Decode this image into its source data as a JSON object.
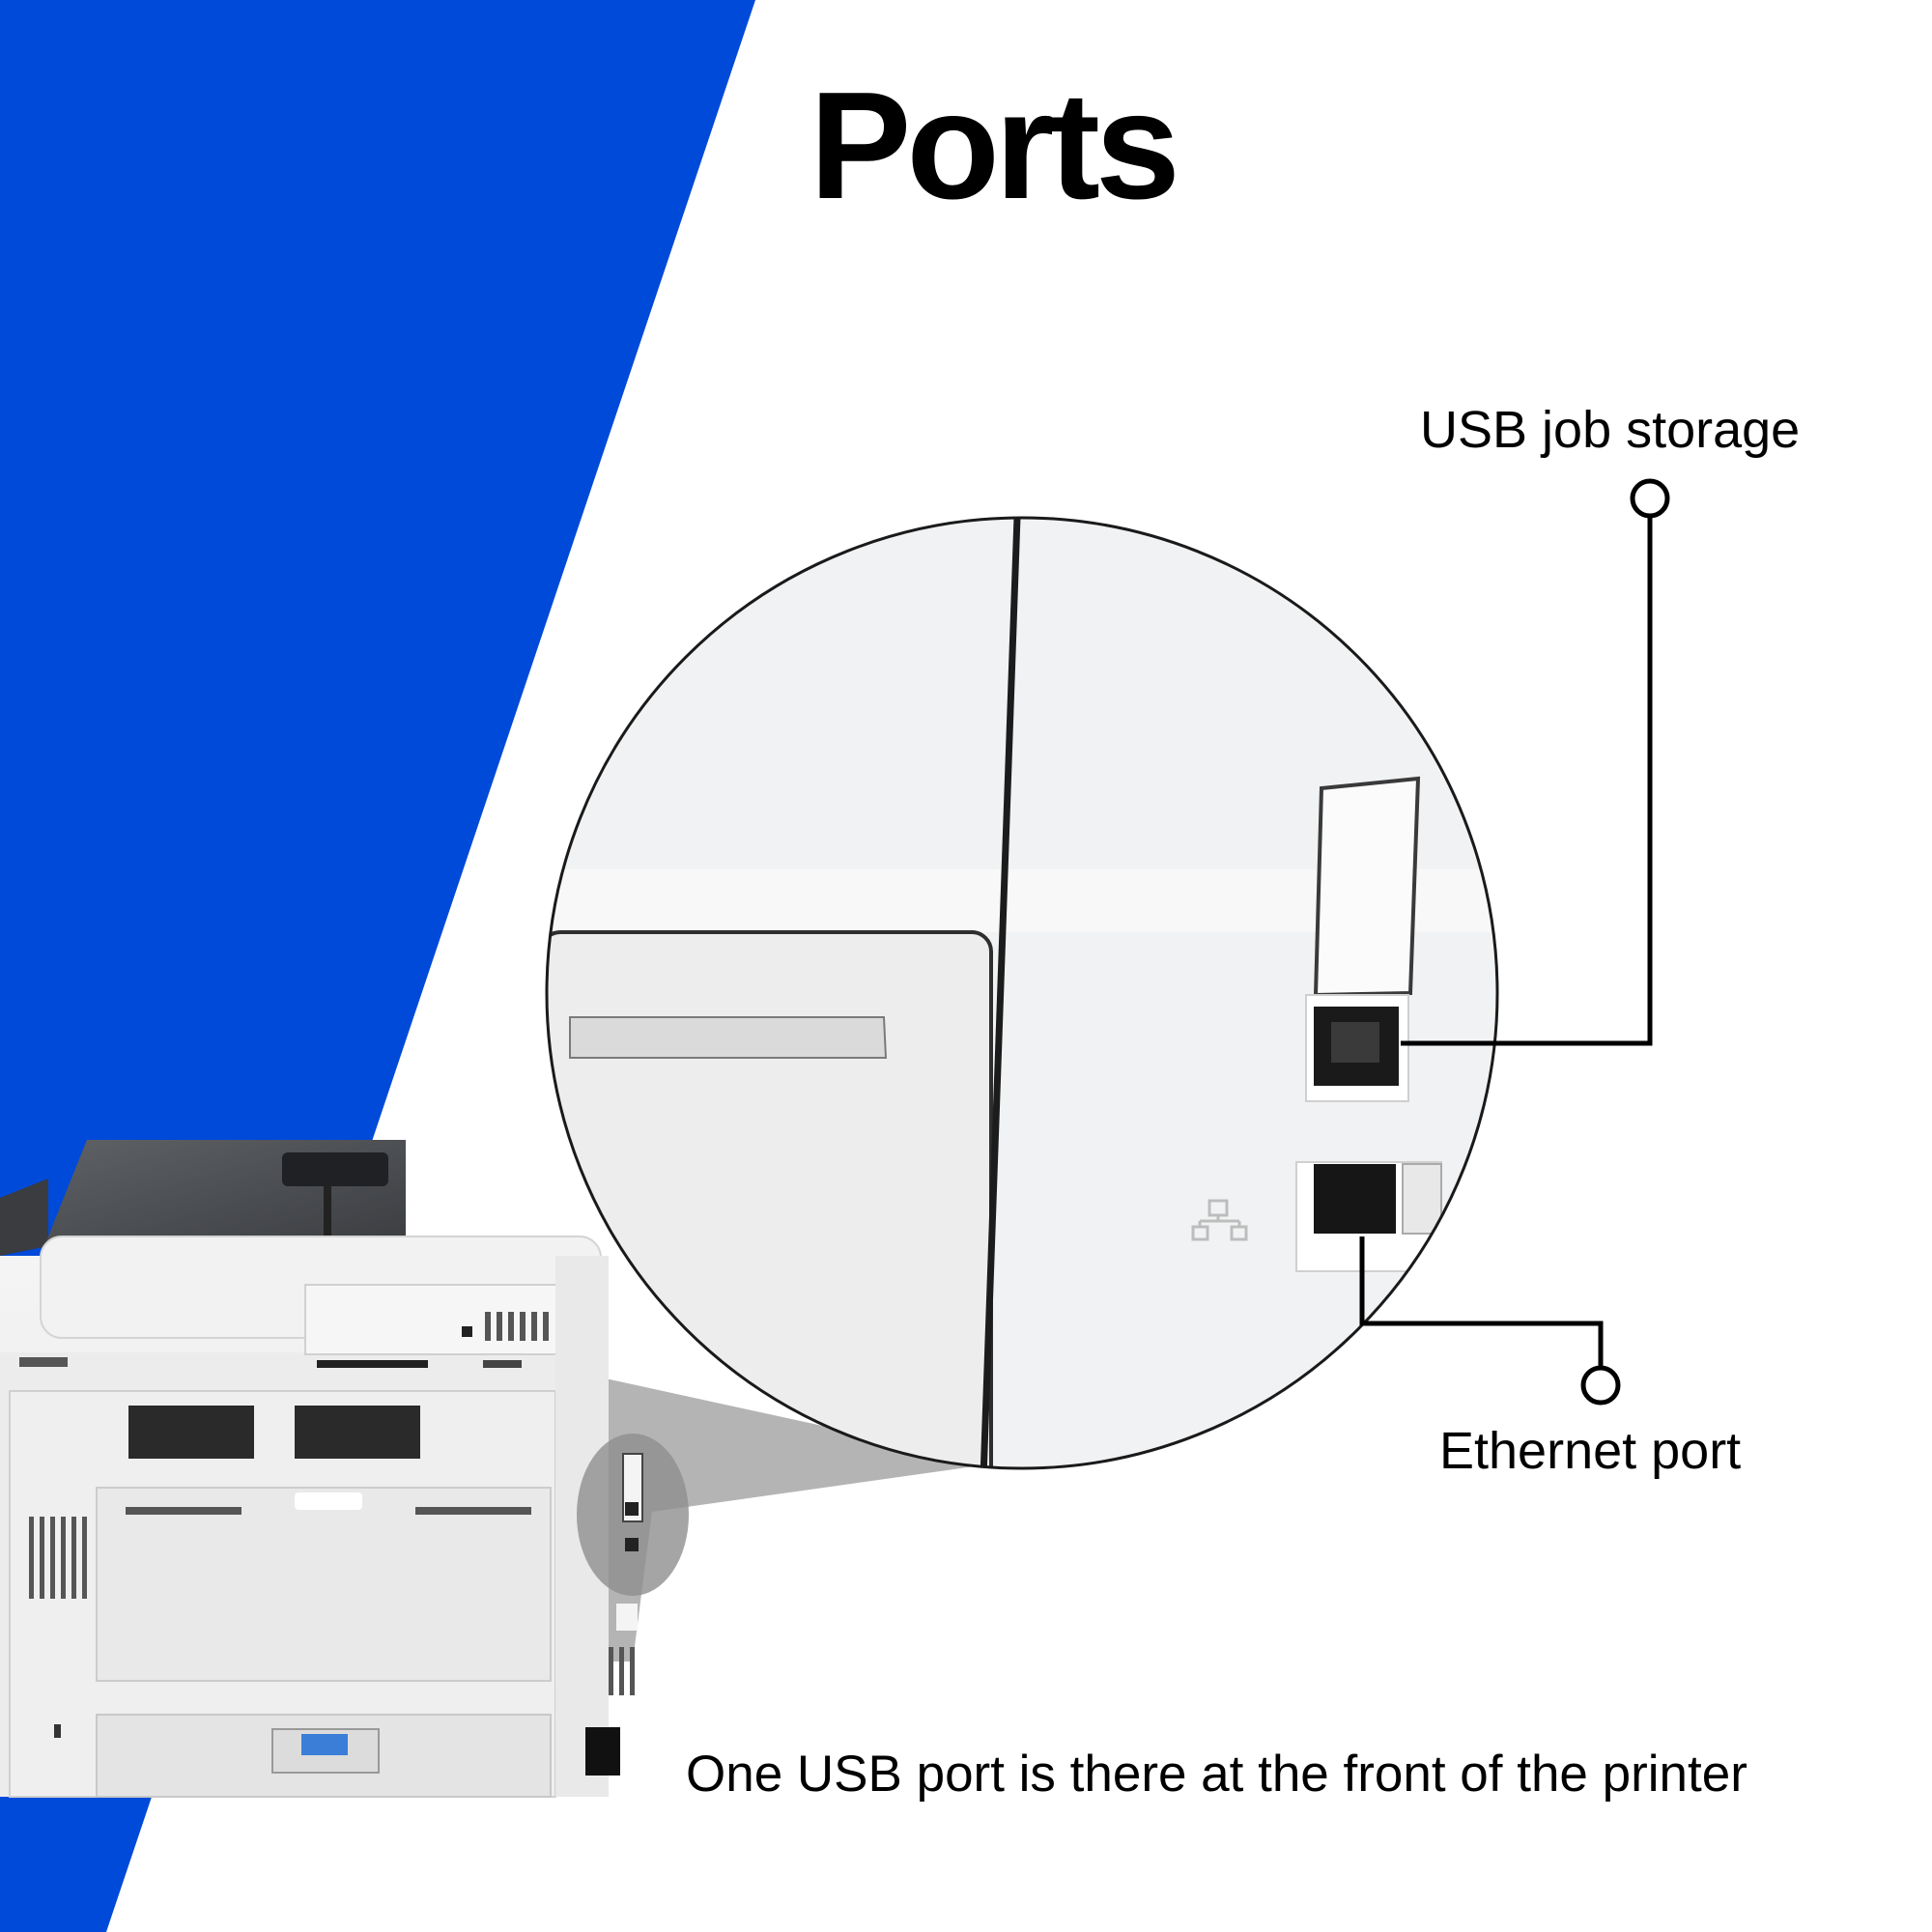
{
  "heading": "Ports",
  "callouts": {
    "usb_job_storage": "USB job storage",
    "ethernet_port": "Ethernet port"
  },
  "caption": "One USB port is there at the front of the printer",
  "icons": [
    "ethernet-network-icon"
  ],
  "colors": {
    "accent_blue": "#004ad9",
    "background": "#ffffff",
    "callout_line": "#000000",
    "printer_body": "#eeeeee"
  }
}
